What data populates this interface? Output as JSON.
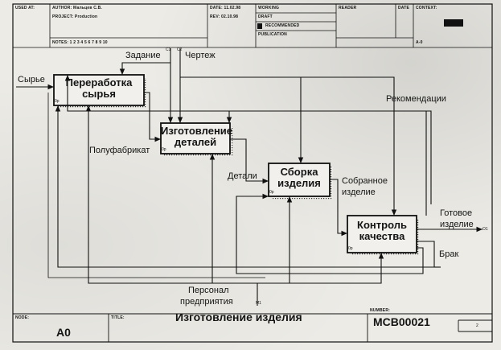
{
  "header": {
    "used_at": "USED AT:",
    "author": "AUTHOR: Мальцев С.В.",
    "project": "PROJECT: Production",
    "notes": "NOTES: 1 2 3 4 5 6 7 8 9 10",
    "date": "DATE: 11.02.98",
    "rev": "REV: 02.10.98",
    "working": "WORKING",
    "draft": "DRAFT",
    "recommended": "RECOMMENDED",
    "publication": "PUBLICATION",
    "reader": "READER",
    "date_col": "DATE",
    "context": "CONTEXT:",
    "node_code": "A-0"
  },
  "boxes": [
    {
      "title": "Переработка сырья",
      "id": "0р"
    },
    {
      "title": "Изготовление деталей",
      "id": "0р"
    },
    {
      "title": "Сборка изделия",
      "id": "0р"
    },
    {
      "title": "Контроль качества",
      "id": "0р"
    }
  ],
  "arrows": {
    "input": "Сырье",
    "control1": "Задание",
    "control1_code": "C1",
    "control2": "Чертеж",
    "control2_code": "C2",
    "semi": "Полуфабрикат",
    "details": "Детали",
    "assembled_line1": "Собранное",
    "assembled_line2": "изделие",
    "recommend": "Рекомендации",
    "output_line1": "Готовое",
    "output_line2": "изделие",
    "output_code": "O1",
    "reject": "Брак",
    "mech_line1": "Персонал",
    "mech_line2": "предприятия",
    "mech_code": "M1"
  },
  "footer": {
    "node_label": "NODE:",
    "node": "A0",
    "title_label": "TITLE:",
    "title": "Изготовление изделия",
    "number_label": "NUMBER:",
    "number": "MCB00021",
    "page": "2"
  }
}
